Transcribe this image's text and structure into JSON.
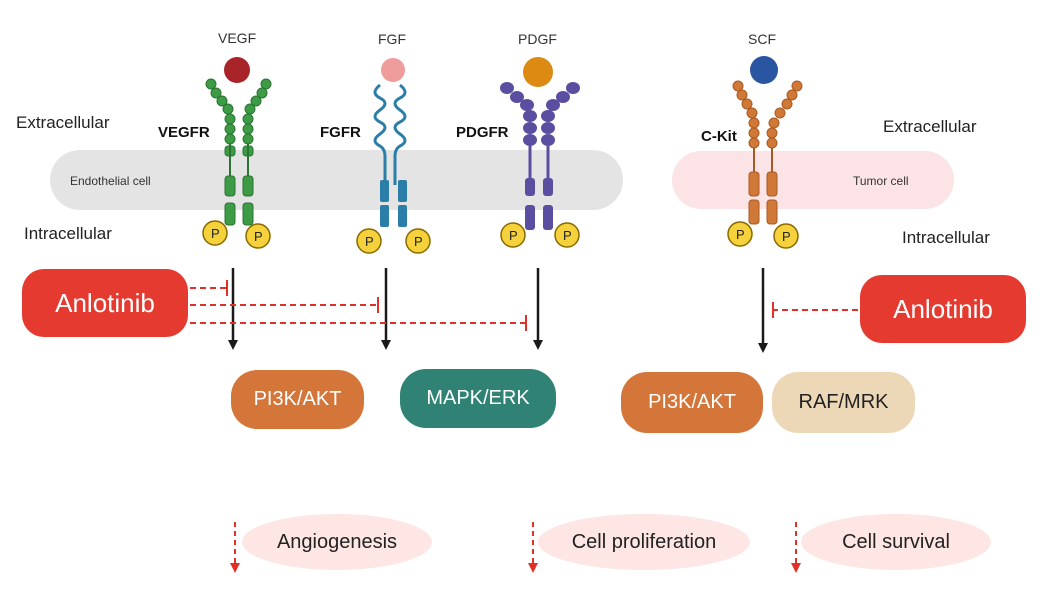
{
  "ligands": {
    "vegf": "VEGF",
    "fgf": "FGF",
    "pdgf": "PDGF",
    "scf": "SCF"
  },
  "receptors": {
    "vegfr": "VEGFR",
    "fgfr": "FGFR",
    "pdgfr": "PDGFR",
    "ckit": "C-Kit"
  },
  "sides": {
    "extra_left": "Extracellular",
    "intra_left": "Intracellular",
    "extra_right": "Extracellular",
    "intra_right": "Intracellular"
  },
  "cells": {
    "endothelial": "Endothelial cell",
    "tumor": "Tumor cell"
  },
  "phospho_label": "P",
  "drug": {
    "left": "Anlotinib",
    "right": "Anlotinib"
  },
  "pathways": {
    "pi3k_left": "PI3K/AKT",
    "mapk": "MAPK/ERK",
    "pi3k_right": "PI3K/AKT",
    "raf": "RAF/MRK"
  },
  "outcomes": {
    "angiogenesis": "Angiogenesis",
    "proliferation": "Cell proliferation",
    "survival": "Cell survival"
  },
  "colors": {
    "vegfr": "#3d9a45",
    "fgfr": "#2b7ea8",
    "pdgfr": "#5a4ea0",
    "ckit": "#d07838",
    "vegf": "#a82428",
    "fgf": "#ef9c9c",
    "pdgf": "#dd8a12",
    "scf": "#2a55a0",
    "drug": "#e53a2f",
    "inhibit": "#e0302a",
    "pi3k": "#d4763a",
    "mapk": "#2f8274",
    "raf": "#ecd8b6",
    "endothelial_band": "#e4e4e4",
    "tumor_band": "#fbe3e6",
    "phospho": "#f5d23b"
  }
}
